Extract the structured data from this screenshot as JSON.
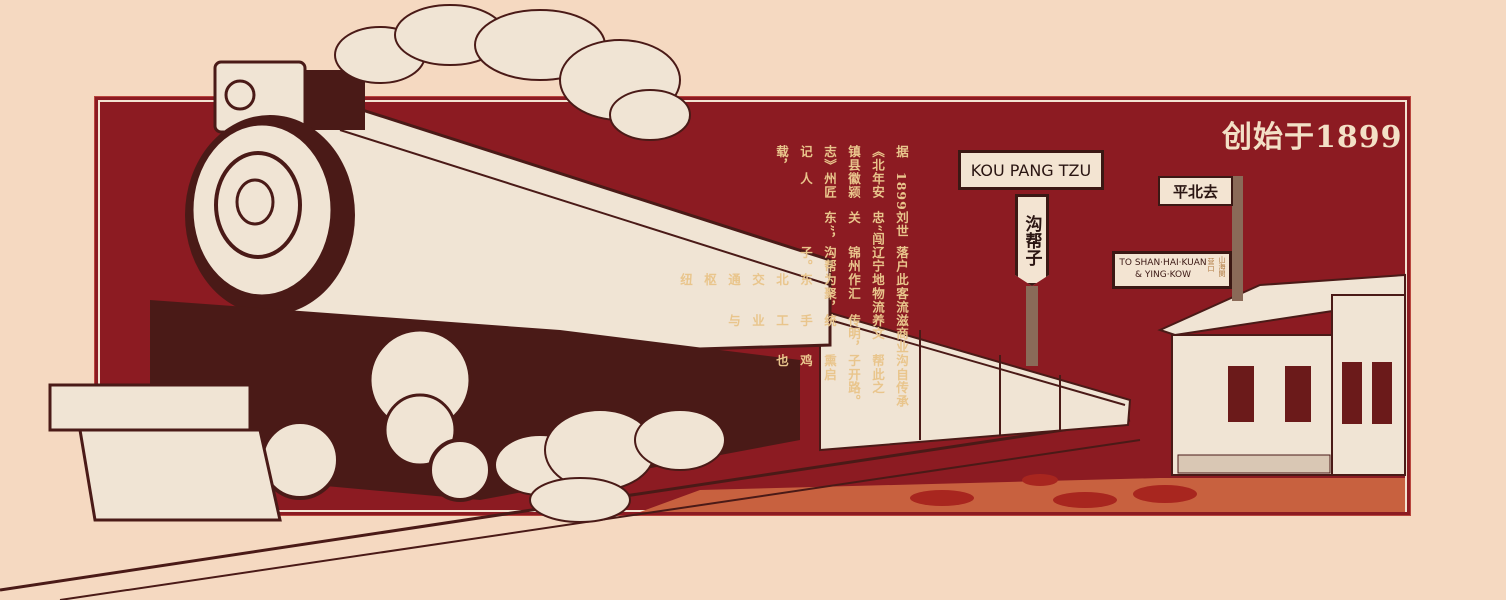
{
  "title": "创始于1899",
  "story_columns": [
    "据《北镇县志》记载，",
    "1899年安徽颍州匠人",
    "刘世忠“闯关东”，",
    "落户辽宁锦州沟帮子。",
    "此地作为东北交通枢纽",
    "客流物流汇聚，",
    "滋养传统手工业与",
    "商业文明，",
    "沟帮子熏鸡也",
    "自此开启",
    "传承之路。"
  ],
  "station_sign": {
    "english": "KOU PANG TZU",
    "chinese": "沟帮子"
  },
  "direction_sign": {
    "chinese": "平北去"
  },
  "destination_sign": {
    "english_line1": "TO SHAN·HAI·KUAN",
    "english_line2": "& YING·KOW",
    "chinese_1": "山海関",
    "chinese_2": "营口"
  },
  "colors": {
    "background": "#f5d9c1",
    "panel": "#8c1b22",
    "cream": "#f0e4d4",
    "dark": "#4a1a17",
    "gold": "#e9c58c"
  }
}
